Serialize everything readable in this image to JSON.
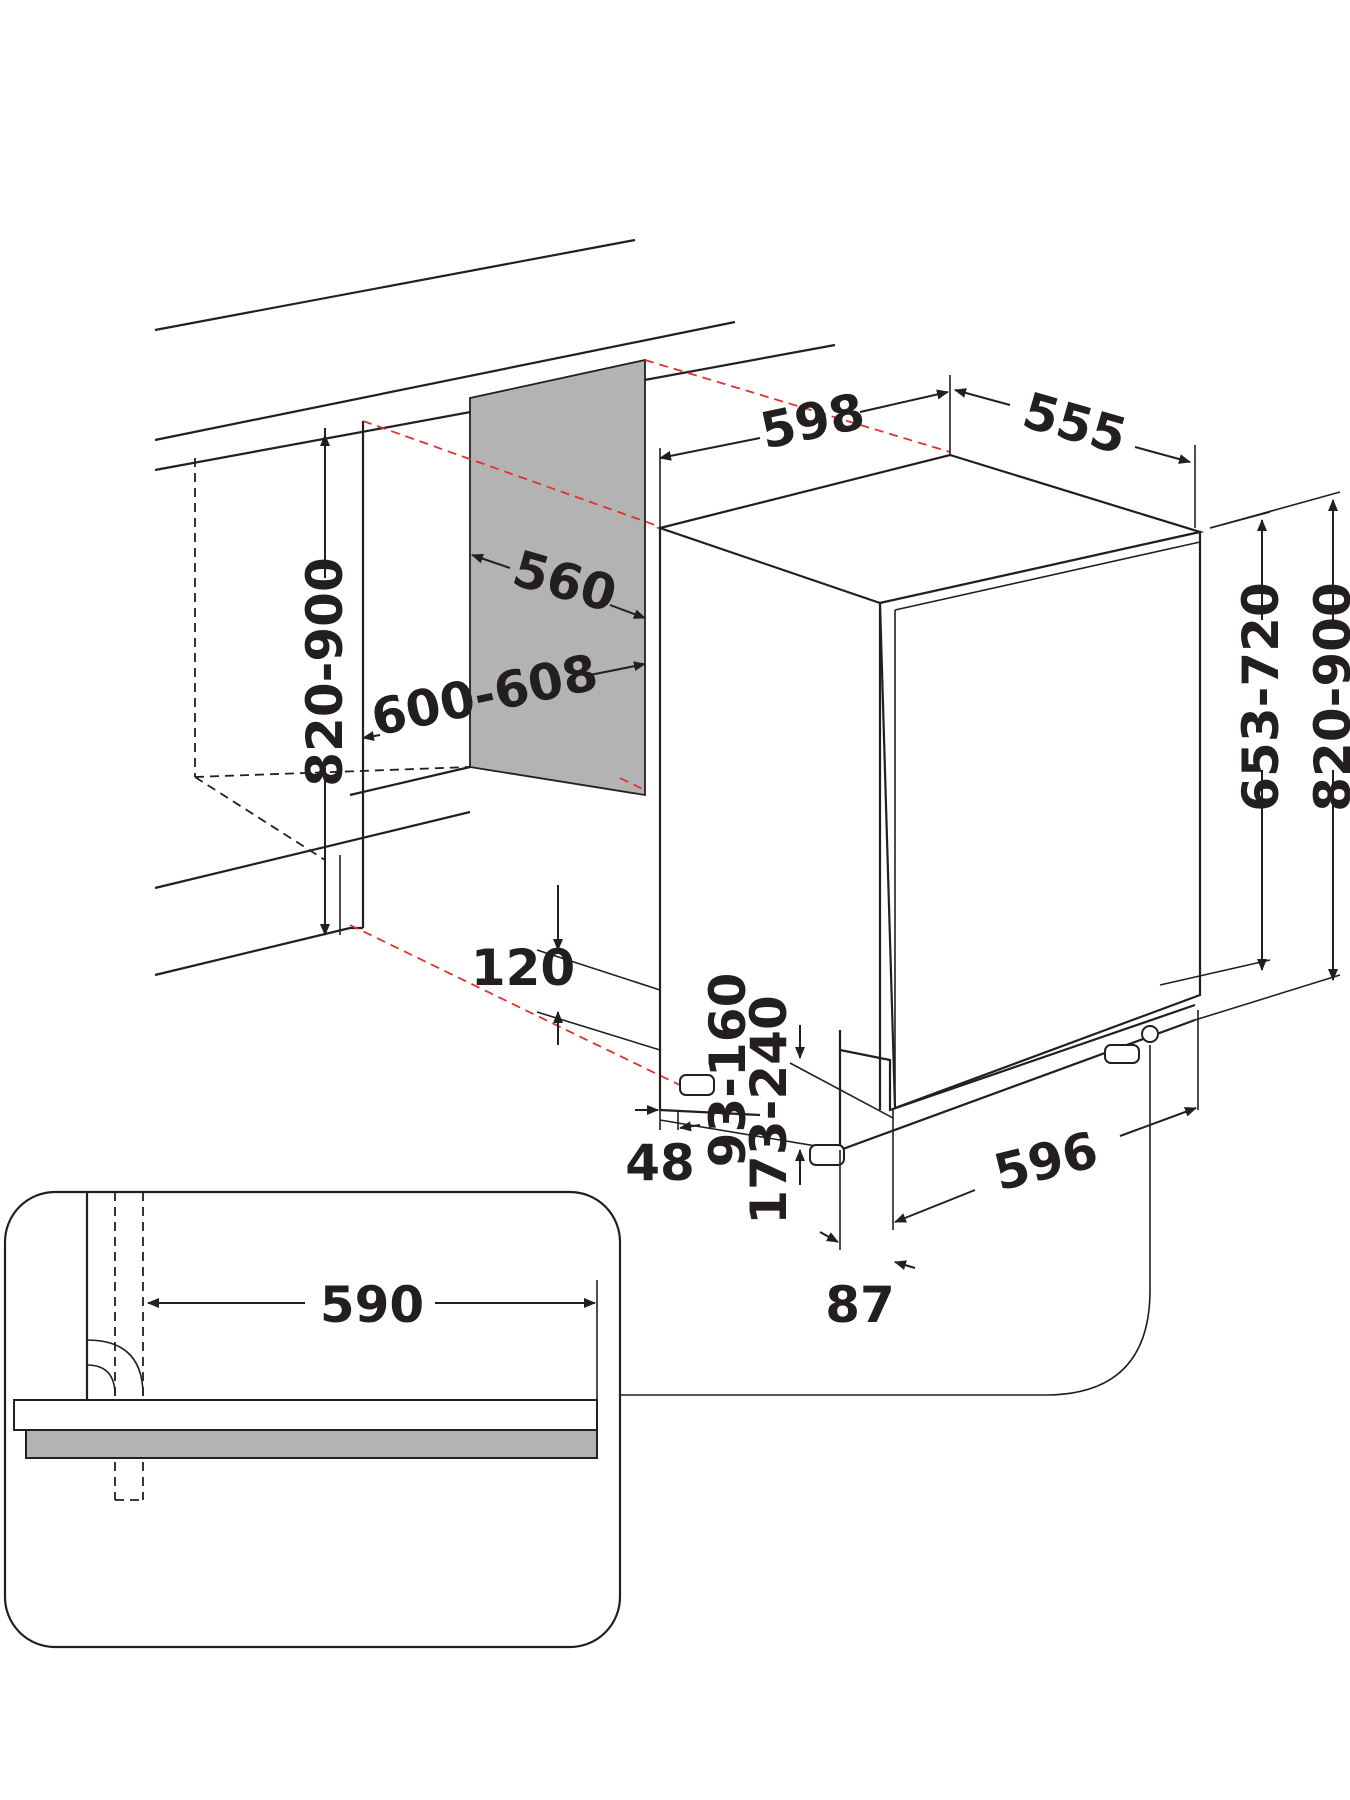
{
  "colors": {
    "line": "#231f20",
    "niche_back_wall": "#b3b3b3",
    "guide_dashed": "#e0322d",
    "background": "#ffffff"
  },
  "dimensions": {
    "niche_height": "820-900",
    "niche_width": "600-608",
    "niche_depth": "560",
    "appliance_width_top": "598",
    "appliance_depth": "555",
    "door_panel_height": "653-720",
    "appliance_height": "820-900",
    "plinth_depth": "120",
    "foot_offset": "48",
    "plinth_height_front": "93-160",
    "plinth_height_total": "173-240",
    "appliance_width_bottom": "596",
    "door_offset": "87",
    "detail_width": "590"
  }
}
